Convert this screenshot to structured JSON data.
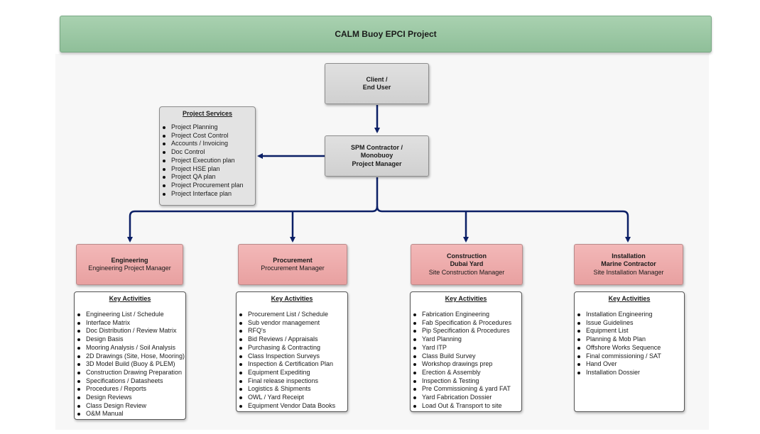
{
  "title": "CALM Buoy EPCI Project",
  "client": {
    "line1": "Client /",
    "line2": "End User"
  },
  "spm": {
    "line1": "SPM Contractor /",
    "line2": "Monobuoy",
    "line3": "Project Manager"
  },
  "project_services": {
    "title": "Project Services",
    "items": [
      "Project Planning",
      "Project Cost Control",
      "Accounts / Invoicing",
      "Doc Control",
      "Project Execution plan",
      "Project HSE plan",
      "Project QA plan",
      "Project Procurement plan",
      "Project Interface plan"
    ]
  },
  "departments": [
    {
      "name": "Engineering",
      "subtitle": "",
      "manager": "Engineering Project Manager",
      "activities_title": "Key Activities",
      "activities": [
        "Engineering List / Schedule",
        "Interface Matrix",
        "Doc Distribution / Review Matrix",
        "Design Basis",
        "Mooring Analysis / Soil Analysis",
        "2D Drawings (Site, Hose, Mooring)",
        "3D Model Build (Buoy & PLEM)",
        "Construction Drawing Preparation",
        "Specifications / Datasheets",
        "Procedures / Reports",
        "Design Reviews",
        "Class Design Review",
        "O&M Manual"
      ]
    },
    {
      "name": "Procurement",
      "subtitle": "",
      "manager": "Procurement Manager",
      "activities_title": "Key Activities",
      "activities": [
        "Procurement List / Schedule",
        "Sub vendor management",
        "RFQ's",
        "Bid Reviews / Appraisals",
        "Purchasing & Contracting",
        "Class Inspection Surveys",
        "Inspection & Certification Plan",
        "Equipment Expediting",
        "Final release inspections",
        "Logistics & Shipments",
        "OWL / Yard Receipt",
        "Equipment Vendor Data Books"
      ]
    },
    {
      "name": "Construction",
      "subtitle": "Dubai Yard",
      "manager": "Site Construction Manager",
      "activities_title": "Key Activities",
      "activities": [
        "Fabrication Engineering",
        "Fab Specification & Procedures",
        "Pip Specification & Procedures",
        "Yard Planning",
        "Yard ITP",
        "Class Build Survey",
        "Workshop drawings prep",
        "Erection & Assembly",
        "Inspection & Testing",
        "Pre Commissioning & yard FAT",
        "Yard Fabrication Dossier",
        "Load Out & Transport to site"
      ]
    },
    {
      "name": "Installation",
      "subtitle": "Marine Contractor",
      "manager": "Site Installation Manager",
      "activities_title": "Key Activities",
      "activities": [
        "Installation Engineering",
        "Issue Guidelines",
        "Equipment List",
        "Planning & Mob Plan",
        "Offshore Works Sequence",
        "Final commissioning  / SAT",
        "Hand Over",
        "Installation Dossier"
      ]
    }
  ],
  "colors": {
    "header": "#a9d1b0",
    "grey_node": "#d6d6d6",
    "pink_node": "#eeacac",
    "connector": "#0b1f66"
  }
}
